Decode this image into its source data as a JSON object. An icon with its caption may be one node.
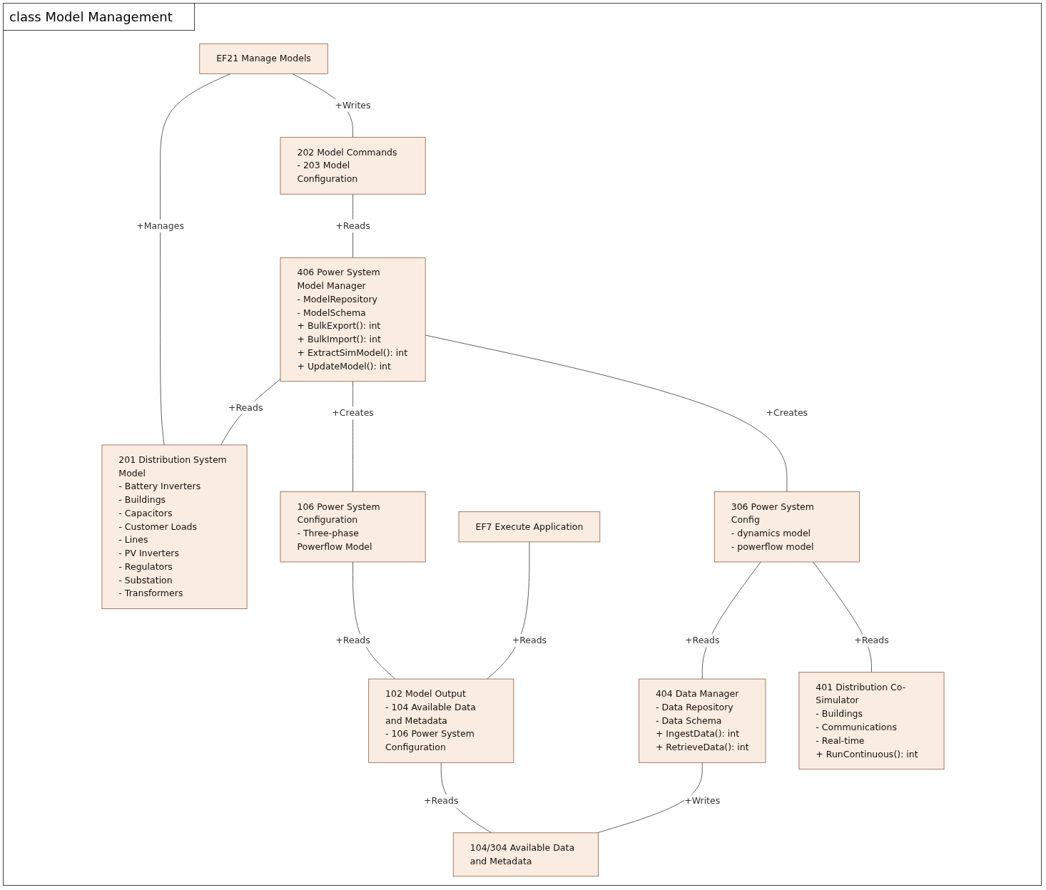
{
  "diagram": {
    "title": "class Model Management",
    "nodes": [
      {
        "text": [
          "EF21 Manage Models"
        ]
      },
      {
        "text": [
          "201 Distribution System Model",
          "- Battery Inverters",
          "- Buildings",
          "- Capacitors",
          "- Customer Loads",
          "- Lines",
          "- PV Inverters",
          "- Regulators",
          "- Substation",
          "- Transformers"
        ]
      },
      {
        "text": [
          "202 Model Commands",
          "- 203 Model Configuration"
        ]
      },
      {
        "text": [
          "EF7 Execute Application"
        ]
      },
      {
        "text": [
          "106 Power System Configuration",
          "- Three-phase Powerflow Model"
        ]
      },
      {
        "text": [
          "406 Power System Model Manager",
          "- ModelRepository",
          "- ModelSchema",
          "+ BulkExport(): int",
          "+ BulkImport(): int",
          "+ ExtractSimModel(): int",
          "+ UpdateModel(): int"
        ]
      },
      {
        "text": [
          "102 Model Output",
          "- 104 Available Data and Metadata",
          "- 106 Power System Configuration"
        ]
      },
      {
        "text": [
          "404 Data Manager",
          "- Data Repository",
          "- Data Schema",
          "+ IngestData(): int",
          "+ RetrieveData(): int"
        ]
      },
      {
        "text": [
          "104/304 Available Data and Metadata"
        ]
      },
      {
        "text": [
          "306 Power System Config",
          "- dynamics model",
          "- powerflow model"
        ]
      },
      {
        "text": [
          "401 Distribution Co-Simulator",
          "- Buildings",
          "- Communications",
          "- Real-time",
          "+ RunContinuous(): int"
        ]
      }
    ],
    "edges": [
      {
        "from": 0,
        "to": 1,
        "arrow": "none",
        "label": "+Manages"
      },
      {
        "from": 0,
        "to": 2,
        "arrow": "none",
        "label": "+Writes"
      },
      {
        "from": 2,
        "to": 5,
        "arrow": "none",
        "label": "+Reads"
      },
      {
        "from": 5,
        "to": 1,
        "arrow": "none",
        "label": "+Reads"
      },
      {
        "from": 5,
        "to": 4,
        "arrow": "none",
        "label": "+Creates"
      },
      {
        "from": 4,
        "to": 6,
        "arrow": "none",
        "label": "+Reads"
      },
      {
        "from": 3,
        "to": 6,
        "arrow": "none",
        "label": "+Reads"
      },
      {
        "from": 6,
        "to": 8,
        "arrow": "none",
        "label": "+Reads"
      },
      {
        "from": 7,
        "to": 8,
        "arrow": "none",
        "label": "+Writes"
      },
      {
        "from": 5,
        "to": 9,
        "arrow": "none",
        "label": "+Creates"
      },
      {
        "from": 9,
        "to": 7,
        "arrow": "none",
        "label": "+Reads"
      },
      {
        "from": 9,
        "to": 10,
        "arrow": "none",
        "label": "+Reads"
      }
    ]
  }
}
